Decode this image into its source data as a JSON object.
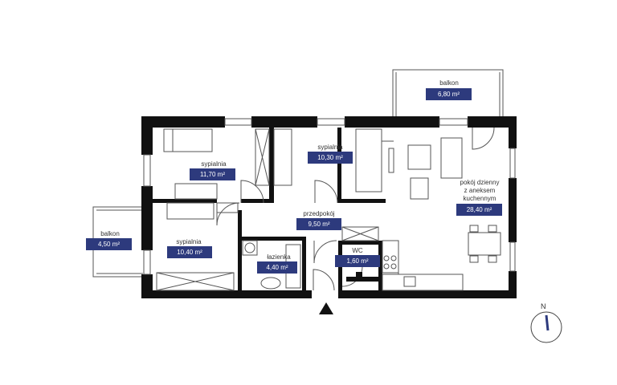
{
  "rooms": [
    {
      "id": "balcony-top",
      "name": "balkon",
      "area": "6,80 m²"
    },
    {
      "id": "bedroom-1",
      "name": "sypialnia",
      "area": "11,70 m²"
    },
    {
      "id": "bedroom-2",
      "name": "sypialnia",
      "area": "10,30 m²"
    },
    {
      "id": "living",
      "name_lines": [
        "pokój dzienny",
        "z aneksem",
        "kuchennym"
      ],
      "area": "28,40 m²"
    },
    {
      "id": "hall",
      "name": "przedpokój",
      "area": "9,50 m²"
    },
    {
      "id": "balcony-left",
      "name": "balkon",
      "area": "4,50 m²"
    },
    {
      "id": "bedroom-3",
      "name": "sypialnia",
      "area": "10,40 m²"
    },
    {
      "id": "bathroom",
      "name": "łazienka",
      "area": "4,40 m²"
    },
    {
      "id": "wc",
      "name": "WC",
      "area": "1,60 m²"
    }
  ],
  "compass": {
    "north_label": "N"
  },
  "colors": {
    "wall": "#111111",
    "badge": "#2d3a7d",
    "furniture": "#555555",
    "compass_needle": "#2d3a7d"
  }
}
